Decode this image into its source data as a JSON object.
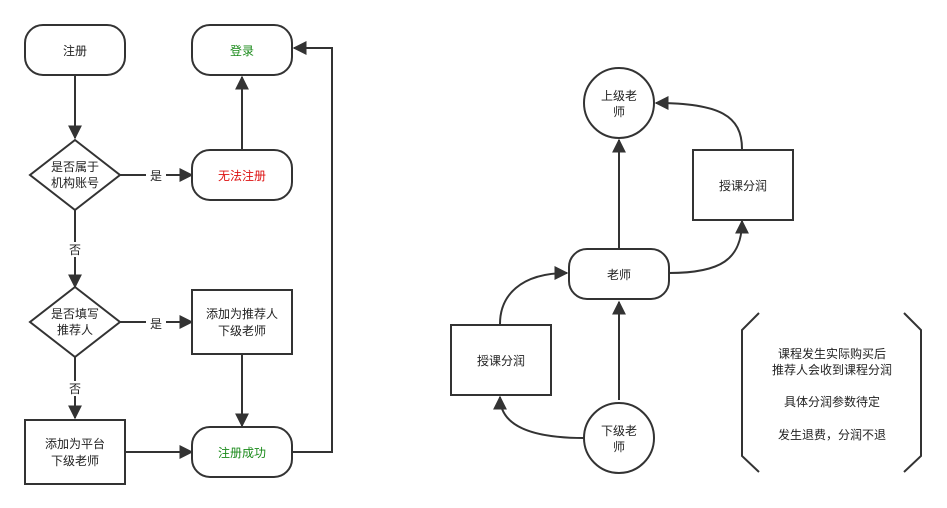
{
  "colors": {
    "stroke": "#333333",
    "text": "#222222",
    "success": "#1a8a1a",
    "error": "#dd1111"
  },
  "flow": {
    "register": "注册",
    "login": "登录",
    "q_org": [
      "是否属于",
      "机构账号"
    ],
    "cannot_register": "无法注册",
    "q_referrer": [
      "是否填写",
      "推荐人"
    ],
    "add_referrer": [
      "添加为推荐人",
      "下级老师"
    ],
    "add_platform": [
      "添加为平台",
      "下级老师"
    ],
    "register_success": "注册成功",
    "yes": "是",
    "no": "否"
  },
  "hierarchy": {
    "upper": [
      "上级老师"
    ],
    "teacher": "老师",
    "lower": [
      "下级老师"
    ],
    "share_top": "授课分润",
    "share_bottom": "授课分润"
  },
  "note": {
    "lines": [
      "课程发生实际购买后",
      "推荐人会收到课程分润",
      "",
      "具体分润参数待定",
      "",
      "发生退费，分润不退"
    ]
  }
}
